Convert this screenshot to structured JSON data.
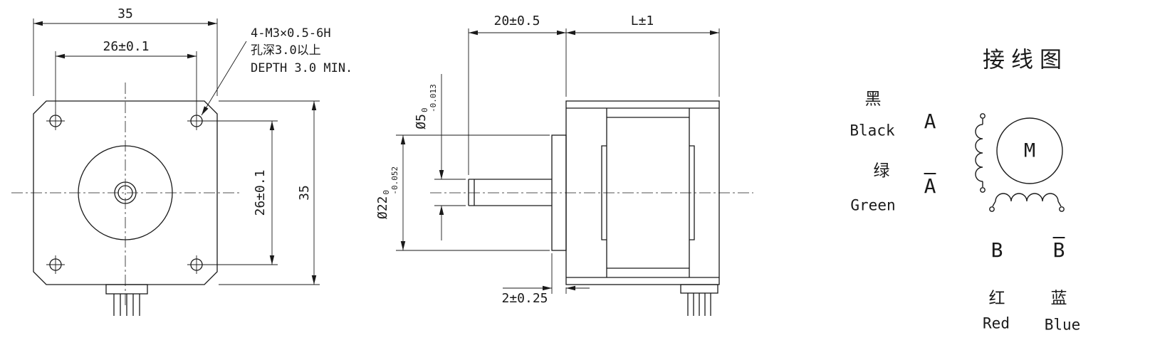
{
  "front_view": {
    "dim_width": "35",
    "dim_hole_spacing_h": "26±0.1",
    "dim_hole_spacing_v": "26±0.1",
    "dim_height": "35",
    "hole_note": {
      "line1": "4-M3×0.5-6H",
      "line2": "孔深3.0以上",
      "line3": "DEPTH 3.0 MIN."
    }
  },
  "side_view": {
    "dim_shaft_length": "20±0.5",
    "dim_body_length": "L±1",
    "dim_shaft_dia": {
      "base": "Ø5",
      "upper": "0",
      "lower": "-0.013"
    },
    "dim_boss_dia": {
      "base": "Ø22",
      "upper": "0",
      "lower": "-0.052"
    },
    "dim_boss_depth": "2±0.25"
  },
  "wiring_diagram": {
    "title": "接线图",
    "motor": "M",
    "lead_a": {
      "cn": "黑",
      "en": "Black",
      "phase": "A"
    },
    "lead_a_bar": {
      "cn": "绿",
      "en": "Green",
      "phase": "A"
    },
    "lead_b": {
      "phase": "B",
      "cn": "红",
      "en": "Red"
    },
    "lead_b_bar": {
      "phase": "B",
      "cn": "蓝",
      "en": "Blue"
    }
  }
}
